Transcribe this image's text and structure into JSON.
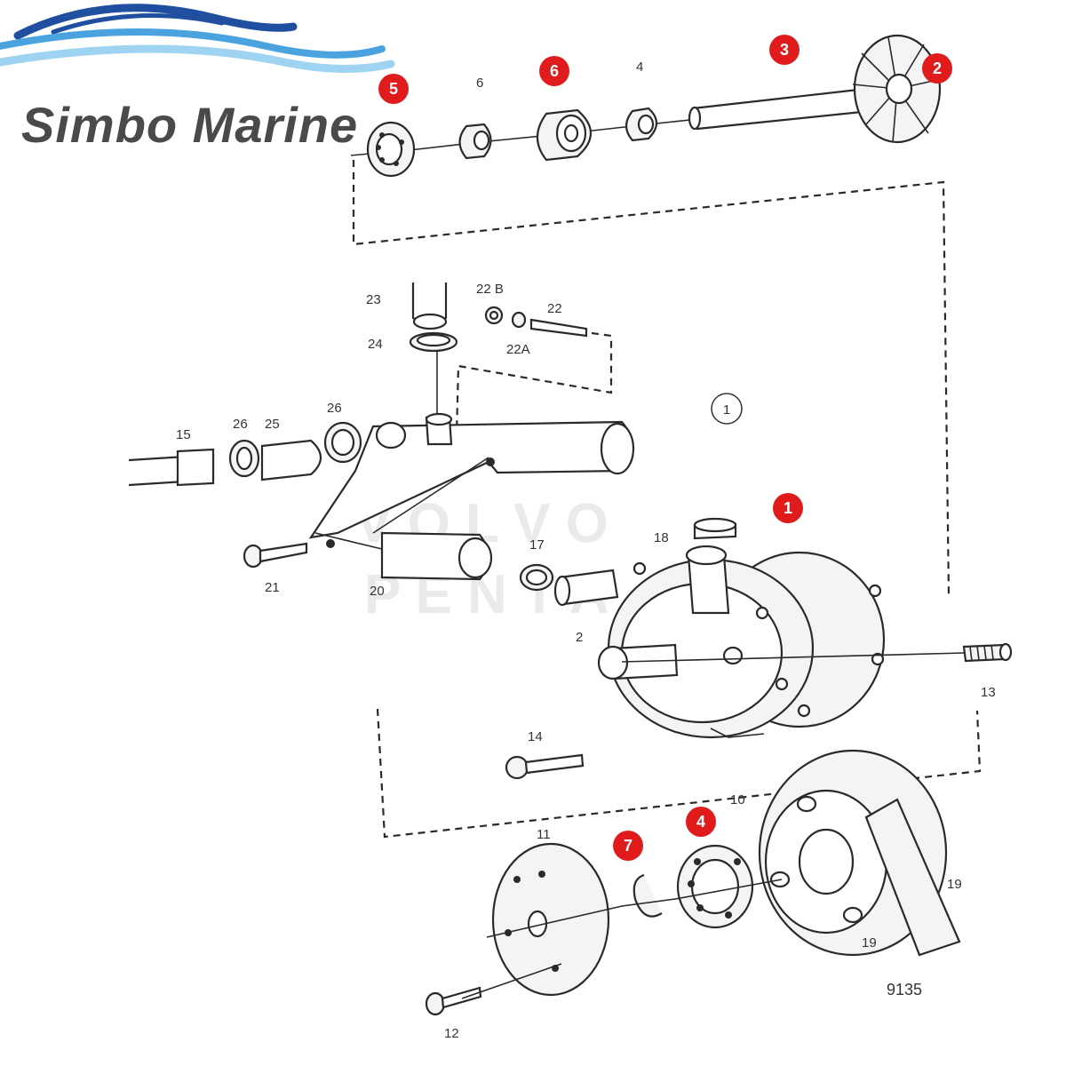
{
  "logo": {
    "brand_name": "Simbo Marine",
    "wave_colors": [
      "#1f4f9e",
      "#4aa3df",
      "#9ed3f2"
    ],
    "text_color": "#4a4a4a"
  },
  "diagram": {
    "figure_number": "9135",
    "badge_color": "#e01b1b",
    "highlighted_parts": [
      "1",
      "2",
      "3",
      "4",
      "5",
      "6",
      "7"
    ],
    "part_labels": [
      "1",
      "2",
      "4",
      "6",
      "10",
      "11",
      "12",
      "13",
      "14",
      "15",
      "17",
      "18",
      "19",
      "19",
      "20",
      "21",
      "22",
      "22 B",
      "22A",
      "23",
      "24",
      "25",
      "26",
      "26"
    ],
    "circled_label": "1"
  }
}
